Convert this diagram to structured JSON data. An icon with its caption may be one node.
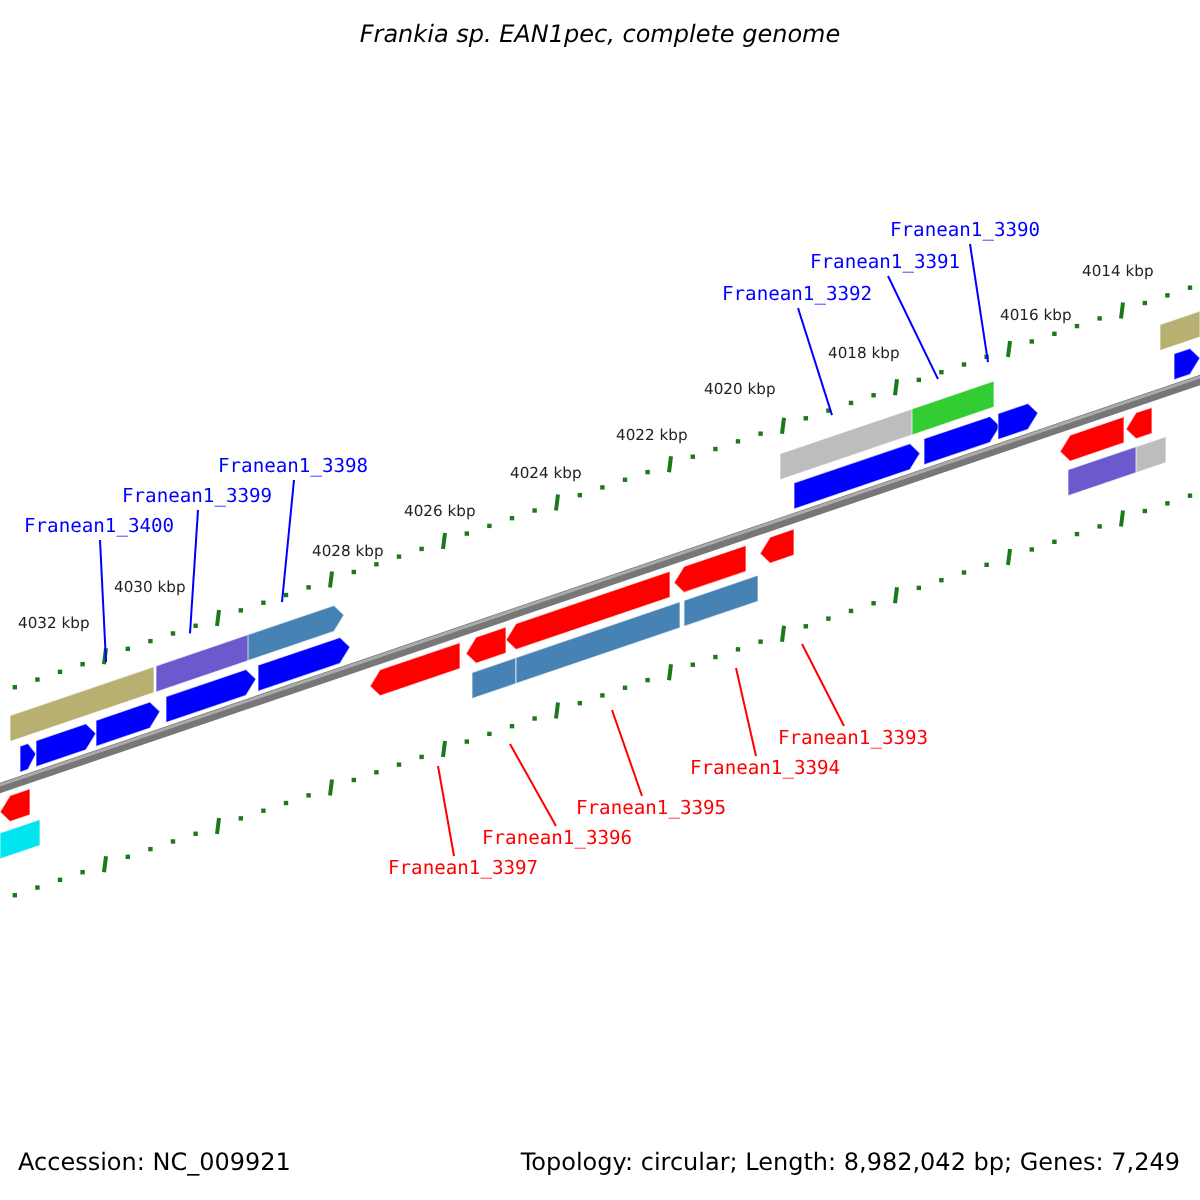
{
  "diagram": {
    "title": "Frankia sp. EAN1pec, complete genome",
    "nodes": [
      {
        "text": [
          "Franean1_3390"
        ]
      },
      {
        "text": [
          "Franean1_3391"
        ]
      },
      {
        "text": [
          "Franean1_3392"
        ]
      },
      {
        "text": [
          "Franean1_3398"
        ]
      },
      {
        "text": [
          "Franean1_3399"
        ]
      },
      {
        "text": [
          "Franean1_3400"
        ]
      },
      {
        "text": [
          "Franean1_3393"
        ]
      },
      {
        "text": [
          "Franean1_3394"
        ]
      },
      {
        "text": [
          "Franean1_3395"
        ]
      },
      {
        "text": [
          "Franean1_3396"
        ]
      },
      {
        "text": [
          "Franean1_3397"
        ]
      }
    ],
    "edges": [
      {
        "from": 0,
        "to": null,
        "arrow": "none"
      },
      {
        "from": 1,
        "to": null,
        "arrow": "none"
      },
      {
        "from": 2,
        "to": null,
        "arrow": "none"
      },
      {
        "from": 3,
        "to": null,
        "arrow": "none"
      },
      {
        "from": 4,
        "to": null,
        "arrow": "none"
      },
      {
        "from": 5,
        "to": null,
        "arrow": "none"
      },
      {
        "from": 6,
        "to": null,
        "arrow": "none",
        "color": "#ff0000"
      },
      {
        "from": 7,
        "to": null,
        "arrow": "none",
        "color": "#ff0000"
      },
      {
        "from": 8,
        "to": null,
        "arrow": "none",
        "color": "#ff0000"
      },
      {
        "from": 9,
        "to": null,
        "arrow": "none",
        "color": "#ff0000"
      },
      {
        "from": 10,
        "to": null,
        "arrow": "none",
        "color": "#ff0000"
      }
    ],
    "labels": [
      "4014 kbp",
      "4016 kbp",
      "4018 kbp",
      "4020 kbp",
      "4022 kbp",
      "4024 kbp",
      "4026 kbp",
      "4028 kbp",
      "4030 kbp",
      "4032 kbp",
      "Accession: NC_009921",
      "Topology: circular; Length: 8,982,042 bp; Genes: 7,249"
    ]
  }
}
